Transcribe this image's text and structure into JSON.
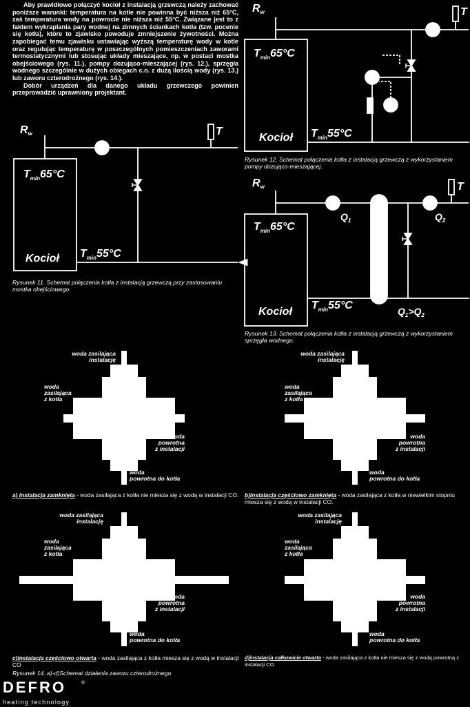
{
  "intro_paragraphs": [
    "Aby prawidłowo połączyć kocioł z instalacją grzewczą należy zachować poniższe warunki: temperatura na kotle nie powinna być niższa niż 65°C, zaś temperatura wody na powrocie nie niższa niż 55°C. Związane jest to z faktem wykraplania pary wodnej na zimnych ściankach kotła (tzw. pocenie się kotła), które to zjawisko powoduje zmniejszenie żywotności. Można zapobiegać temu zjawisku ustawiając wyższą temperaturę wody w kotle oraz regulując temperaturę w poszczególnych pomieszczeniach zaworami termostatycznymi lub stosując układy mieszające, np. w postaci mostka obejściowego (rys. 11.), pompy dozująco-mieszającej (rys. 12.), sprzęgła wodnego szczególnie w dużych obiegach c.o. z dużą ilością wody (rys. 13.) lub zaworu czterodrożnego (rys. 14.).",
    "Dobór urządzeń dla danego układu grzewczego powinien przeprowadzić uprawniony projektant."
  ],
  "diagram_labels": {
    "rw": "R",
    "rw_sub": "w",
    "t": "T",
    "t_prefix": "T",
    "t_sub": "min",
    "temp_supply": "65°C",
    "temp_return": "55°C",
    "boiler": "Kocioł",
    "q": "Q",
    "q1_sub": "1",
    "q2_sub": "2",
    "q_relation": ">Q"
  },
  "captions": {
    "fig11": "Rysunek 11. Schemat połączenia kotła z instalacją grzewczą przy zastosowaniu mostka obejściowego.",
    "fig12": "Rysunek 12. Schemat połączenia kotła z instalacją grzewczą z wykorzystaniem pompy dozująco-mieszającej.",
    "fig13": "Rysunek 13. Schemat połączenia kotła z instalacją grzewczą z wykorzystaniem sprzęgła wodnego.",
    "fig14": "Rysunek 14. a)-d)Schemat działania zaworu czterodrożnego"
  },
  "valve_labels": {
    "supply_install_1": "woda zasilająca",
    "supply_install_2": "instalację",
    "supply_boiler_1": "woda",
    "supply_boiler_2": "zasilająca",
    "supply_boiler_3": "z kotła",
    "return_install_1": "woda",
    "return_install_2": "powrotna",
    "return_install_3": "z instalacji",
    "return_boiler_1": "woda",
    "return_boiler_2": "powrotna  do kotła"
  },
  "valve_captions": [
    {
      "bold": "a) instalacja zamknięta",
      "rest": " - woda zasilająca z kotła nie miesza się z wodą w instalacji CO."
    },
    {
      "bold": "b)instalacja częściowo zamknięta",
      "rest": " - woda zasilająca z kotła w niewielkim stopniu miesza się z wodą w instalacji CO."
    },
    {
      "bold": "c)instalacja częściowo otwarta",
      "rest": " - woda zasilająca z kotła miesza się z wodą w instalacji CO"
    },
    {
      "bold": "d)instalacja całkowicie otwarta",
      "rest": " - woda zasilająca z kotła nie miesza się z wodą powrotną z instalacji CO"
    }
  ],
  "logo": {
    "brand": "DEFRO",
    "registered": "®",
    "tagline": "heating technology"
  }
}
